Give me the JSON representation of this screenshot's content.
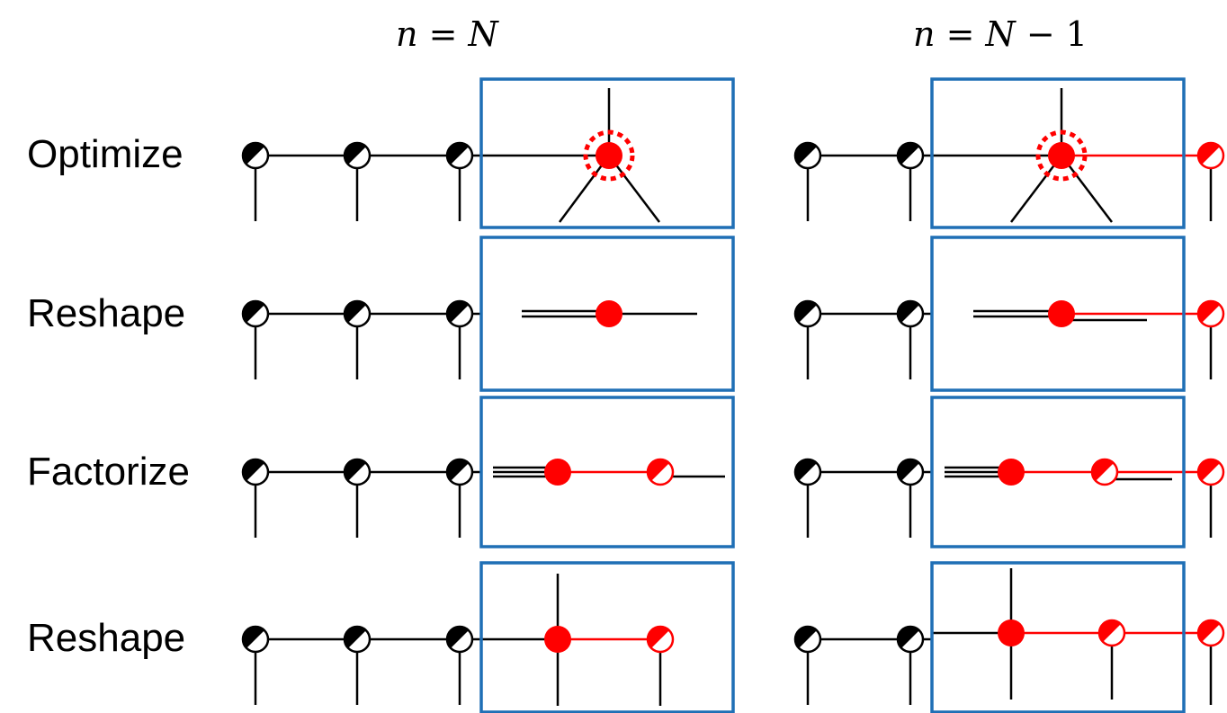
{
  "columns": [
    {
      "var": "n",
      "eq": "=",
      "rhs": "N",
      "minus": "",
      "one": ""
    },
    {
      "var": "n",
      "eq": "=",
      "rhs": "N",
      "minus": "−",
      "one": "1"
    }
  ],
  "rows": [
    "Optimize",
    "Reshape",
    "Factorize",
    "Reshape"
  ],
  "colors": {
    "box": "#1f6fb5",
    "highlight": "#ff0000",
    "line": "#000000"
  }
}
